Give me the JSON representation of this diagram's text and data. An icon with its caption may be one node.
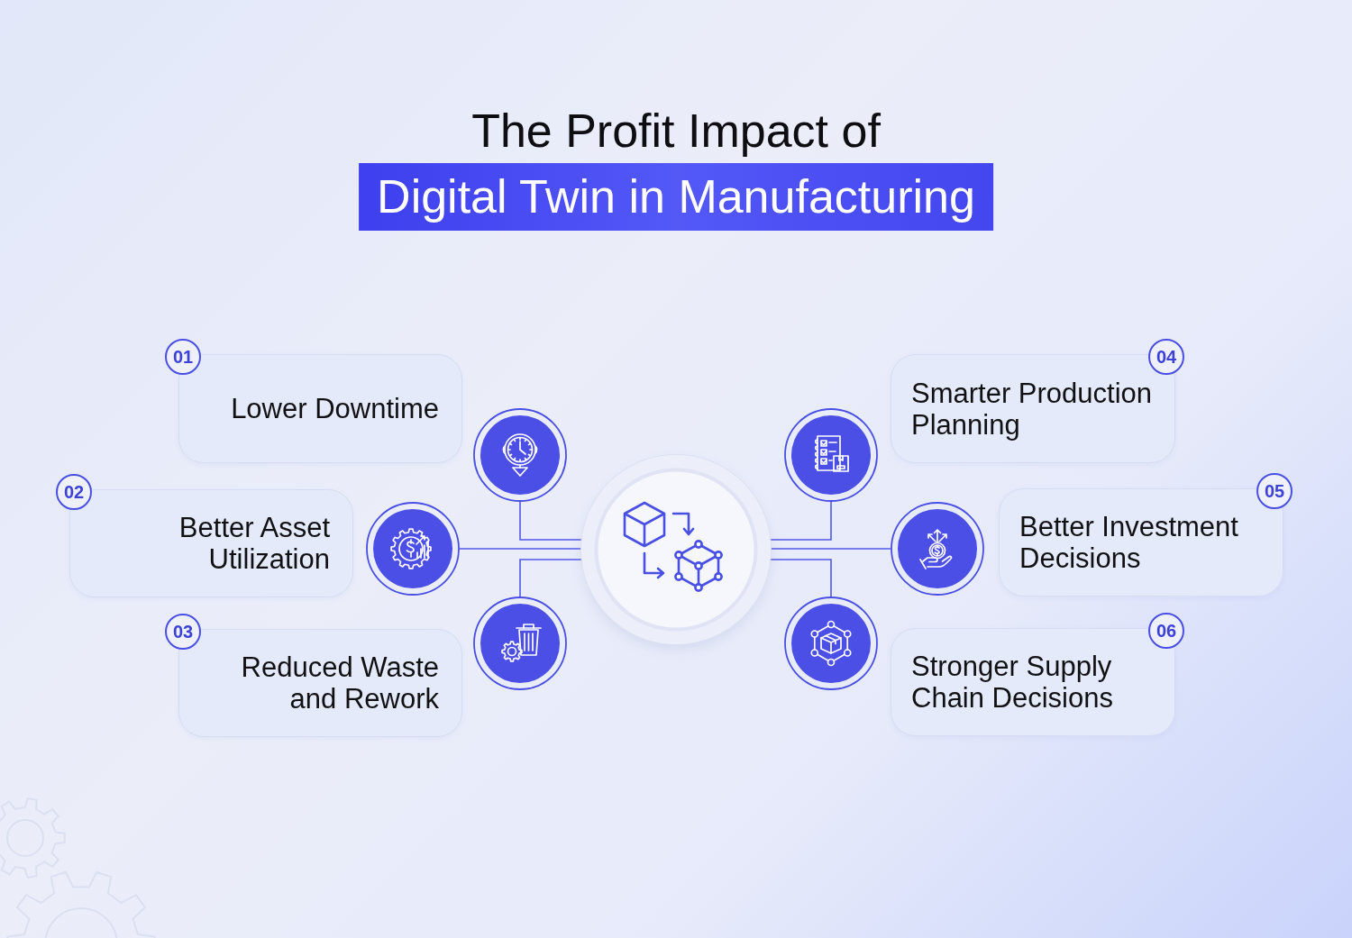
{
  "diagram": {
    "title": "The Profit Impact of Digital Twin in Manufacturing",
    "nodes": [
      {
        "text": [
          "01",
          "Lower Downtime"
        ]
      },
      {
        "text": [],
        "shape": "circle"
      },
      {
        "text": [
          "02",
          "Better Asset Utilization"
        ]
      },
      {
        "text": [],
        "shape": "circle"
      },
      {
        "text": [
          "03",
          "Reduced Waste and Rework"
        ]
      },
      {
        "text": [],
        "shape": "circle"
      },
      {
        "text": [],
        "shape": "circle"
      },
      {
        "text": [
          "04",
          "Smarter Production Planning"
        ]
      },
      {
        "text": [],
        "shape": "circle"
      },
      {
        "text": [
          "05",
          "Better Investment Decisions"
        ]
      },
      {
        "text": [],
        "shape": "circle"
      },
      {
        "text": [
          "06",
          "Stronger Supply Chain Decisions"
        ]
      },
      {
        "text": [],
        "shape": "circle"
      }
    ],
    "edges": [
      {
        "from": 6,
        "to": 1,
        "arrow": "none"
      },
      {
        "from": 6,
        "to": 3,
        "arrow": "none"
      },
      {
        "from": 6,
        "to": 5,
        "arrow": "none"
      },
      {
        "from": 6,
        "to": 8,
        "arrow": "none"
      },
      {
        "from": 6,
        "to": 10,
        "arrow": "none"
      },
      {
        "from": 6,
        "to": 12,
        "arrow": "none"
      }
    ]
  }
}
